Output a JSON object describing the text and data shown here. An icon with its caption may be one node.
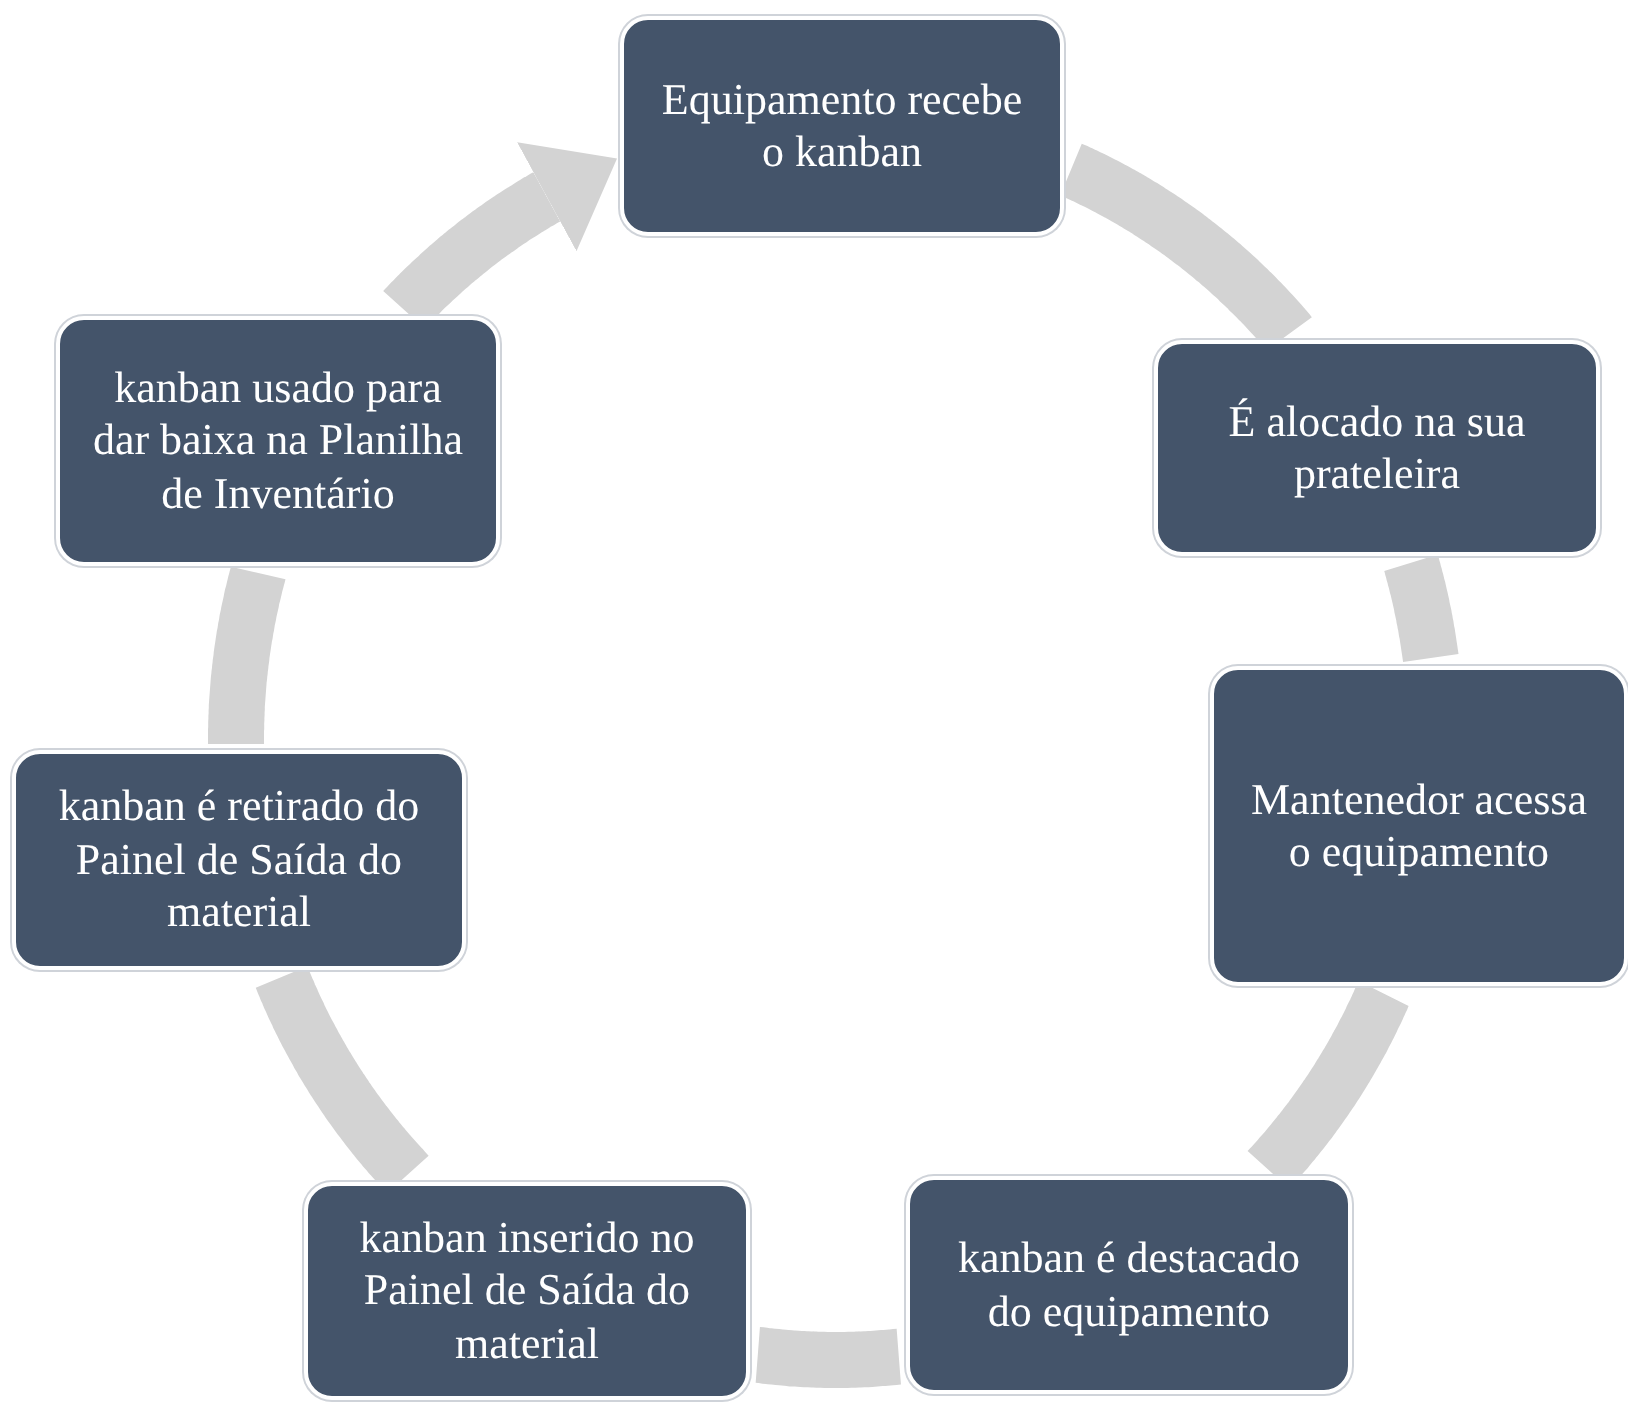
{
  "diagram": {
    "nodes": [
      {
        "text": [
          "Equipamento recebe o kanban"
        ]
      },
      {
        "text": [
          "É alocado na  sua prateleira"
        ]
      },
      {
        "text": [
          "Mantenedor acessa o equipamento"
        ]
      },
      {
        "text": [
          "kanban é destacado do equipamento"
        ]
      },
      {
        "text": [
          "kanban inserido no Painel de Saída do material"
        ]
      },
      {
        "text": [
          "kanban é retirado do Painel de Saída do material"
        ]
      },
      {
        "text": [
          "kanban usado para dar baixa na Planilha de Inventário"
        ]
      }
    ],
    "edges": [
      {
        "from": 0,
        "to": 1,
        "arrow": "none"
      },
      {
        "from": 1,
        "to": 2,
        "arrow": "none"
      },
      {
        "from": 2,
        "to": 3,
        "arrow": "none"
      },
      {
        "from": 3,
        "to": 4,
        "arrow": "none"
      },
      {
        "from": 4,
        "to": 5,
        "arrow": "none"
      },
      {
        "from": 5,
        "to": 6,
        "arrow": "none"
      },
      {
        "from": 6,
        "to": 0,
        "arrow": "to"
      }
    ]
  }
}
